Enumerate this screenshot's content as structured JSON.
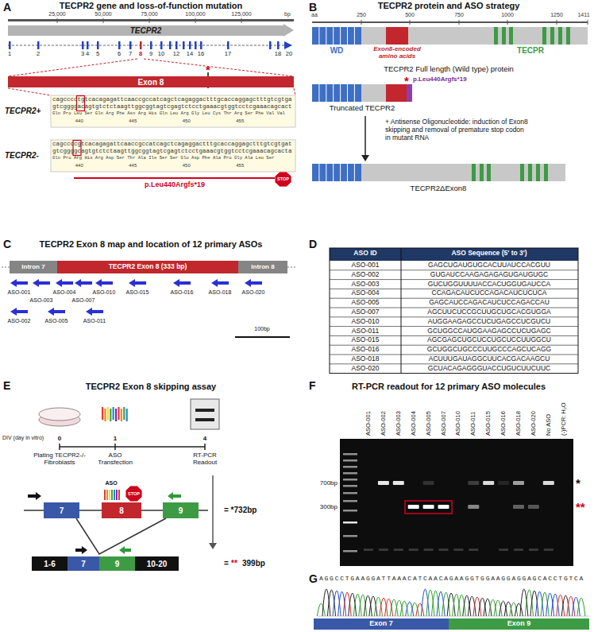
{
  "diagram": {
    "nodes": [
      {
        "text": [
          "TECPR2"
        ]
      },
      {
        "text": [
          "Exon 8"
        ]
      },
      {
        "text": [
          "STOP"
        ]
      },
      {
        "text": [
          "Intron 7"
        ]
      },
      {
        "text": [
          "TECPR2 Exon 8 (333 bp)"
        ]
      },
      {
        "text": [
          "Intron 8"
        ]
      },
      {
        "text": [
          "7"
        ]
      },
      {
        "text": [
          "8"
        ]
      },
      {
        "text": [
          "STOP"
        ]
      },
      {
        "text": [
          "9"
        ]
      },
      {
        "text": [
          "1-6"
        ]
      },
      {
        "text": [
          "7"
        ]
      },
      {
        "text": [
          "9"
        ]
      },
      {
        "text": [
          "10-20"
        ]
      },
      {
        "text": [
          "Exon 7"
        ]
      },
      {
        "text": [
          "Exon 9"
        ]
      }
    ],
    "edges": [
      {
        "from": 6,
        "to": 7,
        "arrow": "none"
      },
      {
        "from": 7,
        "to": 9,
        "arrow": "none"
      },
      {
        "from": 6,
        "to": 9,
        "arrow": "none"
      }
    ],
    "labels": [
      "A",
      "TECPR2 gene and loss-of-function mutation",
      "25,000",
      "50,000",
      "75,000",
      "100,000",
      "125,000",
      "bp",
      "1",
      "2",
      "3",
      "4",
      "5",
      "6",
      "7",
      "8",
      "9",
      "10",
      "12",
      "14",
      "16",
      "17",
      "18",
      "20",
      "*",
      "TECPR2+",
      "cagcccctgtcacagagattcaaccgccatcagctcagaggactttgcaccaggagctttgtcgtga",
      "gtcggggacagtgtctctaagttggcggtagtcgagtctcctgaaacgtggtcctcgaaacagcact",
      "Gln Pro Leu Ser Gln Arg Phe Asn Arg His Gln Leu Arg Gly Leu Cys Thr Arg Ser Phe Val Val",
      "440",
      "445",
      "450",
      "455",
      "TECPR2-",
      "cagccccgtcacagagattcaaccgccatcagctcagaggactttgcaccaggagctttgtcgtgat",
      "gtcggggcagtgtctctaagttggcggtagtcgagtctcctgaaacgtggtcctcgaaacagcacta",
      "Gln Pro Arg His Arg Asp Ser Thr Ala Ile Ser Ser Glu Asp Phe Ala Pro Gly Ala Leu Ser",
      "440",
      "445",
      "450",
      "455",
      "p.Leu440Argfs*19",
      "B",
      "TECPR2 protein and ASO strategy",
      "aa",
      "250",
      "500",
      "750",
      "1000",
      "1250",
      "1411",
      "WD",
      "Exon8-encoded amino acids",
      "TECPR",
      "TECPR2 Full length (Wild type) protein",
      "*",
      "p.Leu440Argfs*19",
      "Truncated TECPR2",
      "+ Antisense Oligonucleotide: induction of Exon8 skipping and removal of premature stop codon in mutant RNA",
      "TECPR2ΔExon8",
      "C",
      "TECPR2 Exon 8 map and location of 12 primary ASOs",
      "ASO-001",
      "ASO-003",
      "ASO-004",
      "ASO-007",
      "ASO-010",
      "ASO-015",
      "ASO-016",
      "ASO-018",
      "ASO-020",
      "ASO-002",
      "ASO-005",
      "ASO-011",
      "100bp",
      "D",
      "ASO ID",
      "ASO Sequence (5' to 3')",
      "ASO-001",
      "GAGCUGAUGUGCACUUAUCCACGUU",
      "ASO-002",
      "GUGAUCCAAGAGAGAGUGAUGUGC",
      "ASO-003",
      "GUCUGGUUUUACCACUGGUGAUCCA",
      "ASO-004",
      "CCAGACAUCUCCAGACAUCUCUCA",
      "ASO-005",
      "GAGCAUCCAGACAUCUCCAGACCAU",
      "ASO-007",
      "AGCUUCUCCGCUUGCUGCACGUGGA",
      "ASO-010",
      "AUGGAAGAGCCUCUGAGCCUCGUCU",
      "ASO-011",
      "GCUGGCCAUGGAAGAGCCUCUGAGC",
      "ASO-015",
      "AGCGAGCUGCUCCUGCUCCUUGGCU",
      "ASO-016",
      "GCUGGCUGCCCUUGCCCAGCUCAGG",
      "ASO-018",
      "ACUUUGAUAGGCUUCACGACAAGCU",
      "ASO-020",
      "GCUACAGAGGGUACCUGUCUUCUUC",
      "E",
      "TECPR2 Exon 8 skipping assay",
      "DIV (day in vitro)",
      "0",
      "1",
      "4",
      "Plating TECPR2-/- Fibroblasts",
      "ASO Transfection",
      "RT-PCR Readout",
      "ASO",
      "= *732bp",
      "=",
      "**",
      "399bp",
      "F",
      "RT-PCR readout for 12 primary ASO molecules",
      "ASO-001",
      "ASO-002",
      "ASO-003",
      "ASO-004",
      "ASO-005",
      "ASO-007",
      "ASO-010",
      "ASO-011",
      "ASO-015",
      "ASO-016",
      "ASO-018",
      "ASO-020",
      "No ASO",
      "(-)PCR: H₂O",
      "700bp",
      "300bp",
      "*",
      "**",
      "G",
      "AGGCCTGAAGGATTAAACATCAACAGAAGGTGGAAGGAGGAGCACCTGTCA"
    ]
  }
}
